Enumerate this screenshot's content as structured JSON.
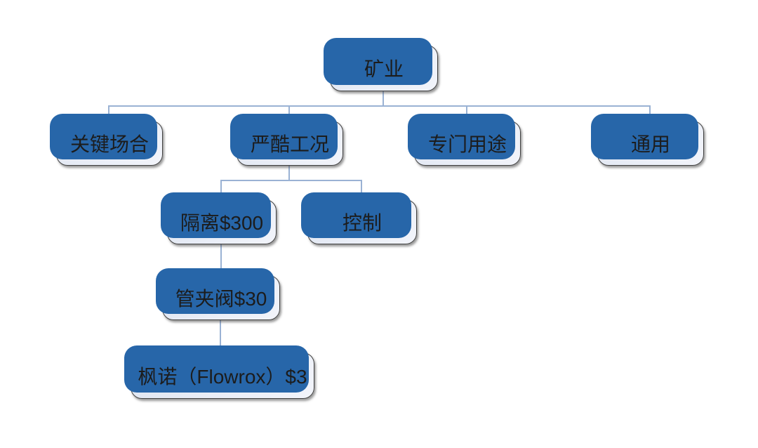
{
  "diagram": {
    "type": "org-tree",
    "background": "#ffffff"
  },
  "nodes": {
    "mining": "矿业",
    "critical": "关键场合",
    "severe": "严酷工况",
    "special": "专门用途",
    "general": "通用",
    "isolation": "隔离$300",
    "control": "控制",
    "pinch_valve": "管夹阀$30",
    "flowrox": "枫诺（Flowrox）$3"
  },
  "hierarchy": {
    "mining": [
      "critical",
      "severe",
      "special",
      "general"
    ],
    "severe": [
      "isolation",
      "control"
    ],
    "isolation": [
      "pinch_valve"
    ],
    "pinch_valve": [
      "flowrox"
    ]
  },
  "colors": {
    "node_fill": "#e8edf5",
    "node_back_blue": "#2766a9",
    "node_border": "#404040",
    "connector": "#9ab2d4"
  }
}
